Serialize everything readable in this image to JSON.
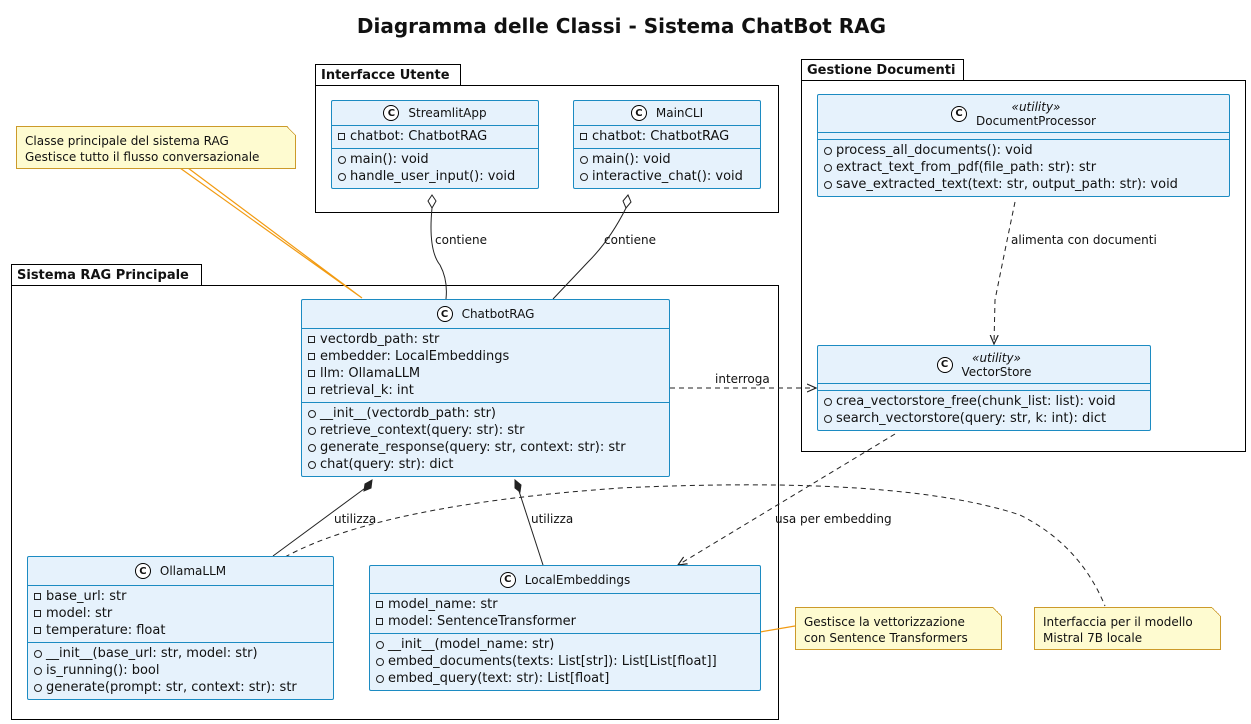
{
  "title": "Diagramma delle Classi - Sistema ChatBot RAG",
  "packages": {
    "ui": {
      "label": "Interfacce Utente"
    },
    "docs": {
      "label": "Gestione Documenti"
    },
    "rag": {
      "label": "Sistema RAG Principale"
    }
  },
  "classes": {
    "streamlit": {
      "name": "StreamlitApp",
      "attributes": [
        "chatbot: ChatbotRAG"
      ],
      "methods": [
        "main(): void",
        "handle_user_input(): void"
      ]
    },
    "maincli": {
      "name": "MainCLI",
      "attributes": [
        "chatbot: ChatbotRAG"
      ],
      "methods": [
        "main(): void",
        "interactive_chat(): void"
      ]
    },
    "docproc": {
      "stereotype": "«utility»",
      "name": "DocumentProcessor",
      "methods": [
        "process_all_documents(): void",
        "extract_text_from_pdf(file_path: str): str",
        "save_extracted_text(text: str, output_path: str): void"
      ]
    },
    "vectorstore": {
      "stereotype": "«utility»",
      "name": "VectorStore",
      "methods": [
        "crea_vectorstore_free(chunk_list: list): void",
        "search_vectorstore(query: str, k: int): dict"
      ]
    },
    "chatbot": {
      "name": "ChatbotRAG",
      "attributes": [
        "vectordb_path: str",
        "embedder: LocalEmbeddings",
        "llm: OllamaLLM",
        "retrieval_k: int"
      ],
      "methods": [
        "__init__(vectordb_path: str)",
        "retrieve_context(query: str): str",
        "generate_response(query: str, context: str): str",
        "chat(query: str): dict"
      ]
    },
    "ollama": {
      "name": "OllamaLLM",
      "attributes": [
        "base_url: str",
        "model: str",
        "temperature: float"
      ],
      "methods": [
        "__init__(base_url: str, model: str)",
        "is_running(): bool",
        "generate(prompt: str, context: str): str"
      ]
    },
    "embeddings": {
      "name": "LocalEmbeddings",
      "attributes": [
        "model_name: str",
        "model: SentenceTransformer"
      ],
      "methods": [
        "__init__(model_name: str)",
        "embed_documents(texts: List[str]): List[List[float]]",
        "embed_query(text: str): List[float]"
      ]
    }
  },
  "notes": {
    "main": [
      "Classe principale del sistema RAG",
      "Gestisce tutto il flusso conversazionale"
    ],
    "embed": [
      "Gestisce la vettorizzazione",
      "con Sentence Transformers"
    ],
    "mistral": [
      "Interfaccia per il modello",
      "Mistral 7B locale"
    ]
  },
  "relations": {
    "contiene1": "contiene",
    "contiene2": "contiene",
    "alimenta": "alimenta con documenti",
    "interroga": "interroga",
    "utilizza1": "utilizza",
    "utilizza2": "utilizza",
    "usa": "usa per embedding"
  },
  "colors": {
    "class_fill": "#e6f2fc",
    "class_border": "#1c8bc2",
    "note_fill": "#fefbd0",
    "note_border": "#cc9a2a",
    "note_link": "#f29b12"
  },
  "class_icon": "C"
}
